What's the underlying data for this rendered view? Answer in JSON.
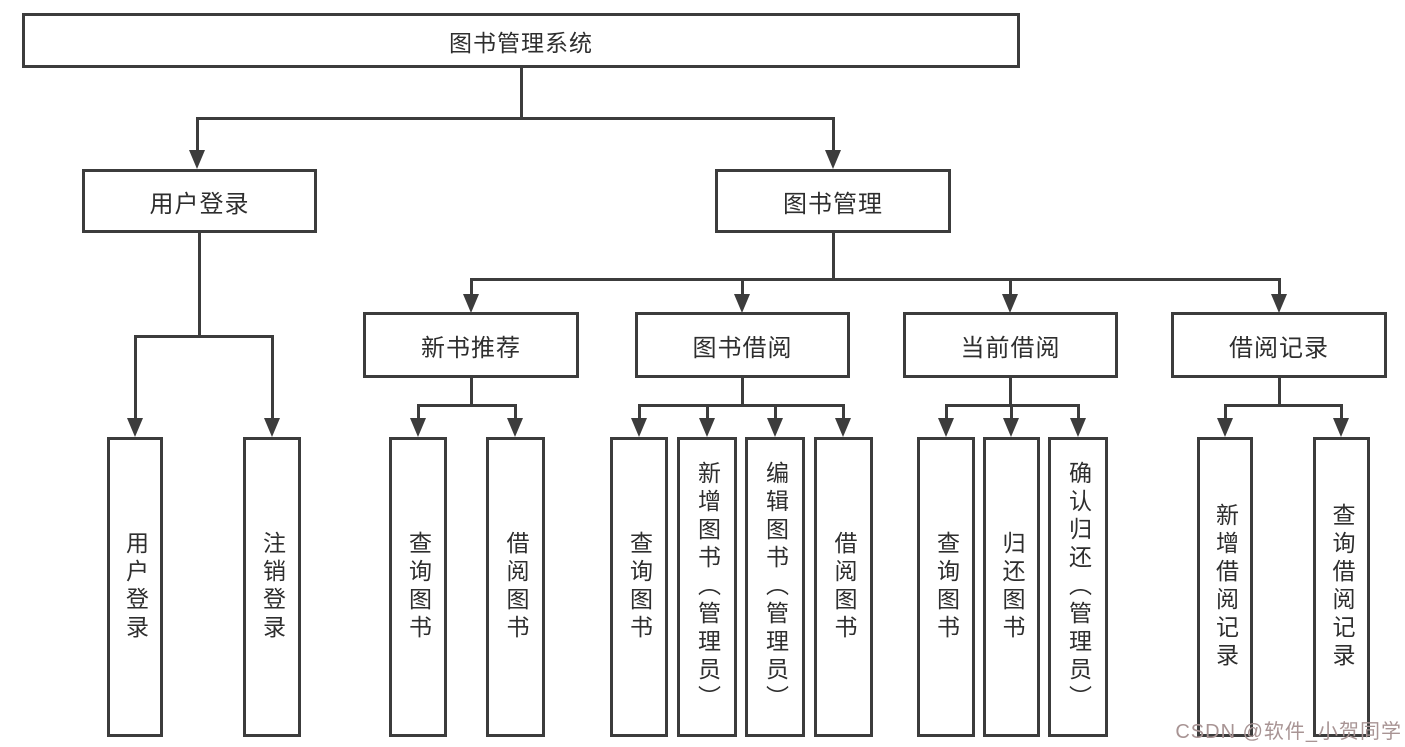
{
  "diagram": {
    "root": "图书管理系统",
    "level2": [
      {
        "label": "用户登录"
      },
      {
        "label": "图书管理"
      }
    ],
    "level3": [
      {
        "label": "新书推荐"
      },
      {
        "label": "图书借阅"
      },
      {
        "label": "当前借阅"
      },
      {
        "label": "借阅记录"
      }
    ],
    "leaves": {
      "user_login": [
        "用户登录",
        "注销登录"
      ],
      "new_books": [
        "查询图书",
        "借阅图书"
      ],
      "book_borrow": [
        "查询图书",
        "新增图书（管理员）",
        "编辑图书（管理员）",
        "借阅图书"
      ],
      "current_borrow": [
        "查询图书",
        "归还图书",
        "确认归还（管理员）"
      ],
      "borrow_records": [
        "新增借阅记录",
        "查询借阅记录"
      ]
    }
  },
  "watermark": "CSDN @软件_小贺同学",
  "colors": {
    "line": "#3c3c3c",
    "text": "#2e2e2e",
    "box_background": "#ffffff",
    "page_background": "#ffffff",
    "watermark": "#a89494"
  }
}
